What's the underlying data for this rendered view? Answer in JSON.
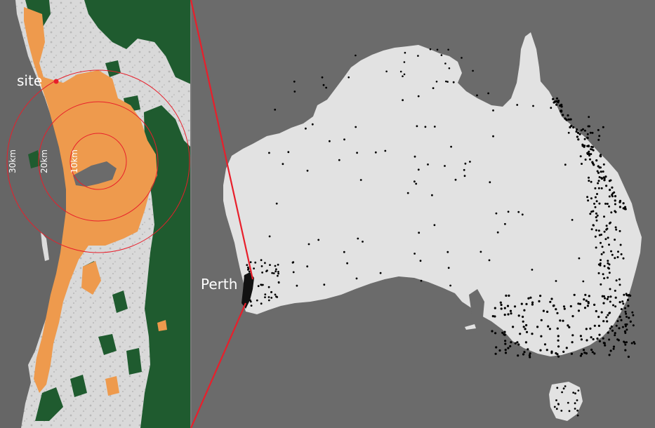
{
  "labels": {
    "site": "site",
    "city": "Perth",
    "ring_10": "10km",
    "ring_20": "20km",
    "ring_30": "30km"
  },
  "colors": {
    "ocean": "#6b6b6b",
    "land": "#e2e2e2",
    "urban": "#ee9a4d",
    "vegetation": "#1f5b2f",
    "ring": "#e81f2b",
    "settlement": "#000000"
  }
}
